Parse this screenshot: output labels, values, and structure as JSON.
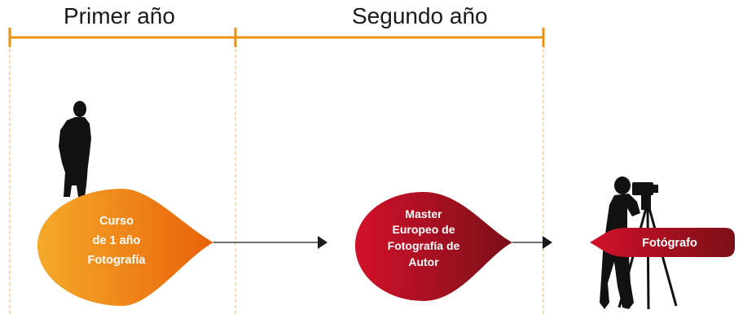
{
  "header": {
    "year1_label": "Primer año",
    "year2_label": "Segundo año"
  },
  "steps": {
    "step1": {
      "lines": [
        "Curso",
        "de 1 año",
        "Fotografía"
      ]
    },
    "step2": {
      "lines": [
        "Master",
        "Europeo de",
        "Fotografía de",
        "Autor"
      ]
    },
    "step3": {
      "label": "Fotógrafo"
    }
  },
  "colors": {
    "timeline": "#e8920f",
    "step1_light": "#f5aa2a",
    "step1_dark": "#e8620a",
    "step2_light": "#d3112a",
    "step2_dark": "#7a0f18",
    "silhouette": "#111111",
    "connector": "#1a1a1a"
  },
  "icons": {
    "person": "standing-person-silhouette",
    "photographer": "photographer-with-tripod-silhouette"
  }
}
